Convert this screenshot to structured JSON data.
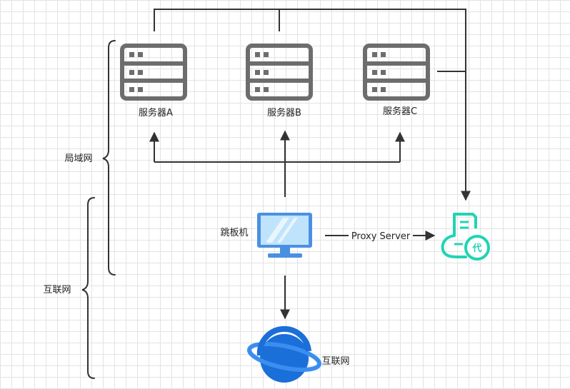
{
  "servers": [
    {
      "label": "服务器A"
    },
    {
      "label": "服务器B"
    },
    {
      "label": "服务器C"
    }
  ],
  "jump_host": {
    "label": "跳板机"
  },
  "proxy": {
    "edge_label": "Proxy Server",
    "badge_glyph": "代"
  },
  "internet": {
    "label": "互联网"
  },
  "groups": {
    "lan": "局域网",
    "internet": "互联网"
  },
  "colors": {
    "server": "#6d6d6d",
    "monitor_frame": "#4a90e2",
    "monitor_screen": "#bfe3fb",
    "proxy": "#21d4b4",
    "globe": "#1a6fd9",
    "ring": "#3b8ef0",
    "line": "#333333"
  },
  "icons": [
    "server-icon",
    "monitor-icon",
    "proxy-server-icon",
    "globe-icon"
  ]
}
